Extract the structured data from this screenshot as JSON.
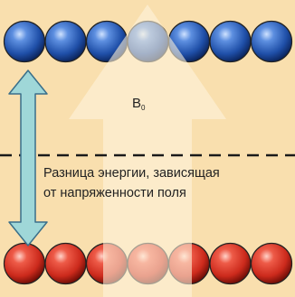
{
  "field": {
    "symbol": "B",
    "subscript": "0"
  },
  "energy_label": {
    "line1": "Разница энергии, зависящая",
    "line2": "от напряженности поля"
  },
  "spins": {
    "top_count": 7,
    "bottom_count": 7,
    "top_color": "#1f4fa8",
    "bottom_color": "#cc2a1c"
  },
  "colors": {
    "background": "#f9dfae",
    "field_arrow": "#fdf3dc",
    "energy_arrow": "#9fd7d8",
    "dashed_line": "#1a1a1a"
  }
}
